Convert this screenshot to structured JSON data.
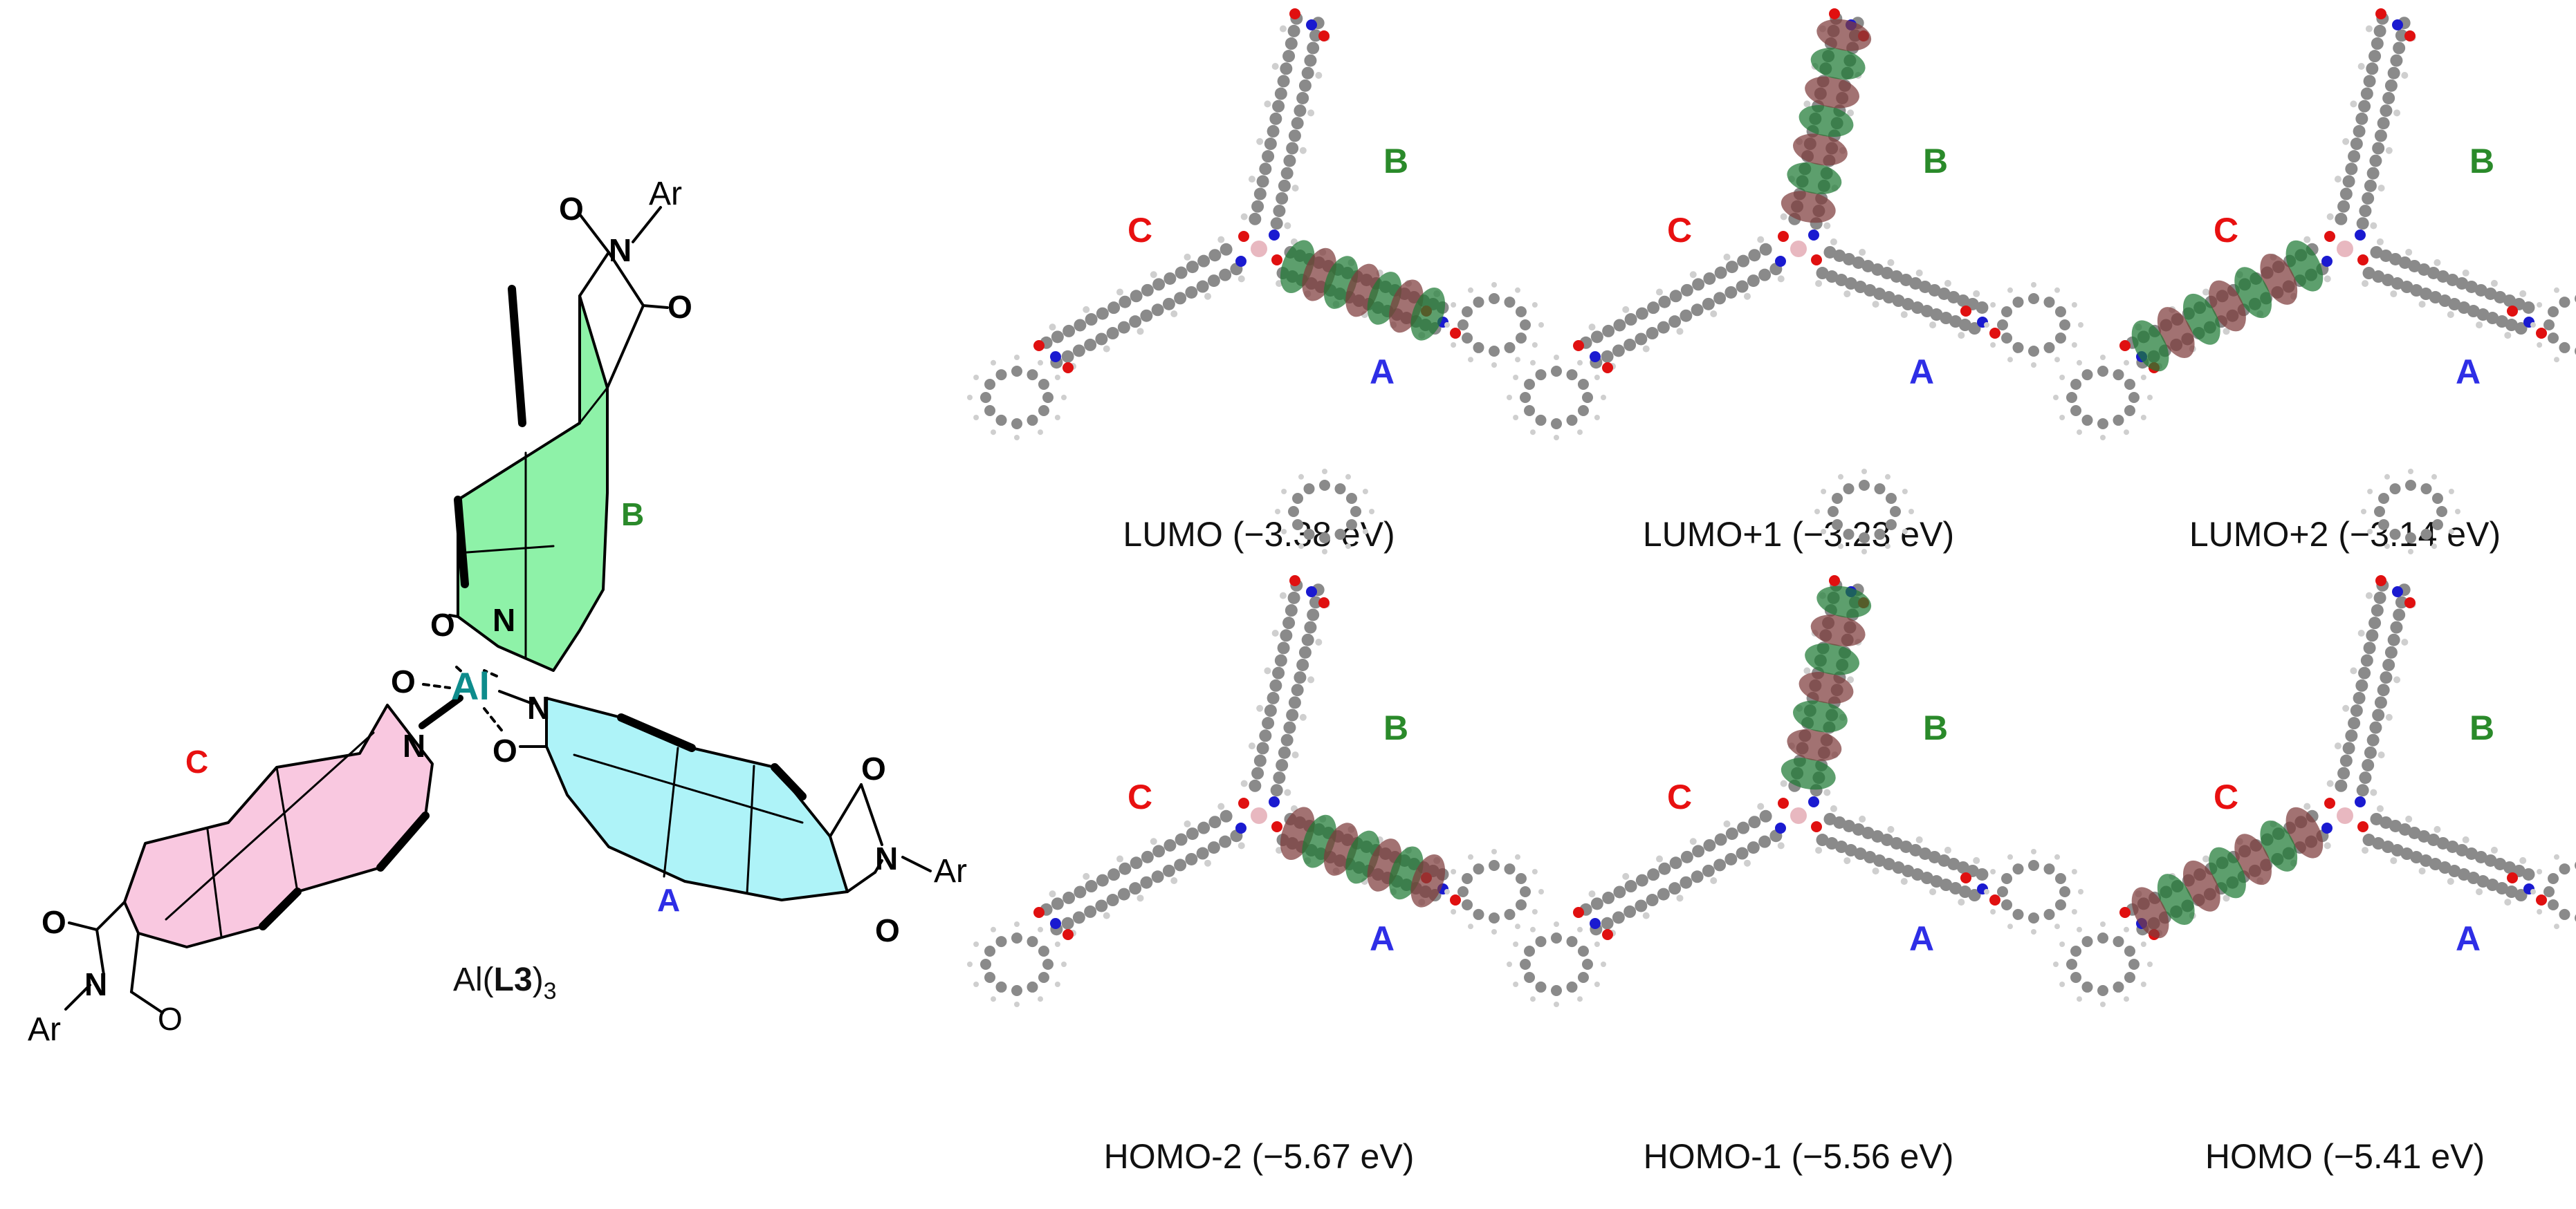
{
  "colors": {
    "ring_A": "#aef3f8",
    "ring_B": "#8ef2a8",
    "ring_C": "#f9c8e0",
    "label_A": "#2e2ee6",
    "label_B": "#2a8a2a",
    "label_C": "#e81010",
    "al": "#0e8c8c",
    "carbon": "#8a8a8a",
    "hydrogen": "#cfcfcf",
    "oxygen": "#e01010",
    "nitrogen": "#1a1ad0",
    "aluminium": "#e8b8c0",
    "lobe_positive": "#1f7a35",
    "lobe_negative": "#7e3c3c"
  },
  "structure": {
    "compound_name": "Al(",
    "compound_bold": "L3",
    "compound_close": ")",
    "compound_sub": "3",
    "metal": "Al",
    "oxygen": "O",
    "nitrogen": "N",
    "aryl": "Ar",
    "ligand_labels": {
      "A": "A",
      "B": "B",
      "C": "C"
    }
  },
  "orbitals": [
    {
      "caption": "LUMO (−3.38 eV)",
      "dominant_ligand": "A"
    },
    {
      "caption": "LUMO+1 (−3.23 eV)",
      "dominant_ligand": "B"
    },
    {
      "caption": "LUMO+2 (−3.14 eV)",
      "dominant_ligand": "C"
    },
    {
      "caption": "HOMO-2 (−5.67 eV)",
      "dominant_ligand": "A"
    },
    {
      "caption": "HOMO-1 (−5.56 eV)",
      "dominant_ligand": "B"
    },
    {
      "caption": "HOMO (−5.41 eV)",
      "dominant_ligand": "C"
    }
  ]
}
